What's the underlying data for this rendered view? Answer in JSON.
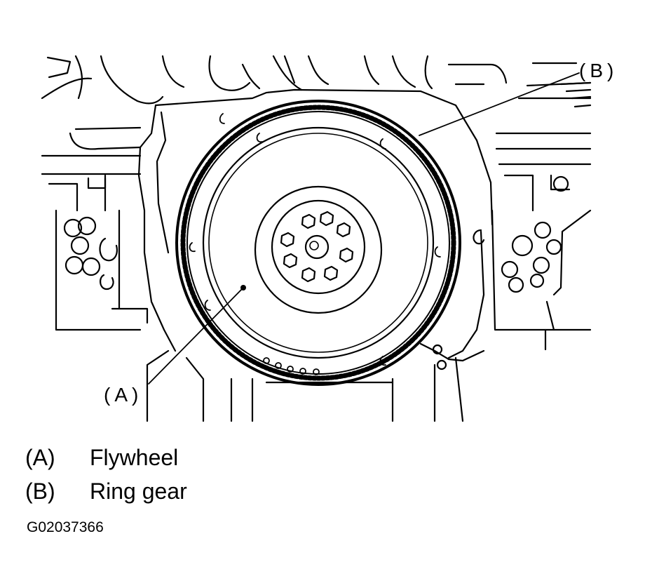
{
  "callouts": {
    "a": "(A)",
    "b": "(B)"
  },
  "legend": [
    {
      "key": "(A)",
      "text": "Flywheel"
    },
    {
      "key": "(B)",
      "text": "Ring gear"
    }
  ],
  "figure_code": "G02037366",
  "colors": {
    "ink": "#000000",
    "paper": "#ffffff"
  }
}
